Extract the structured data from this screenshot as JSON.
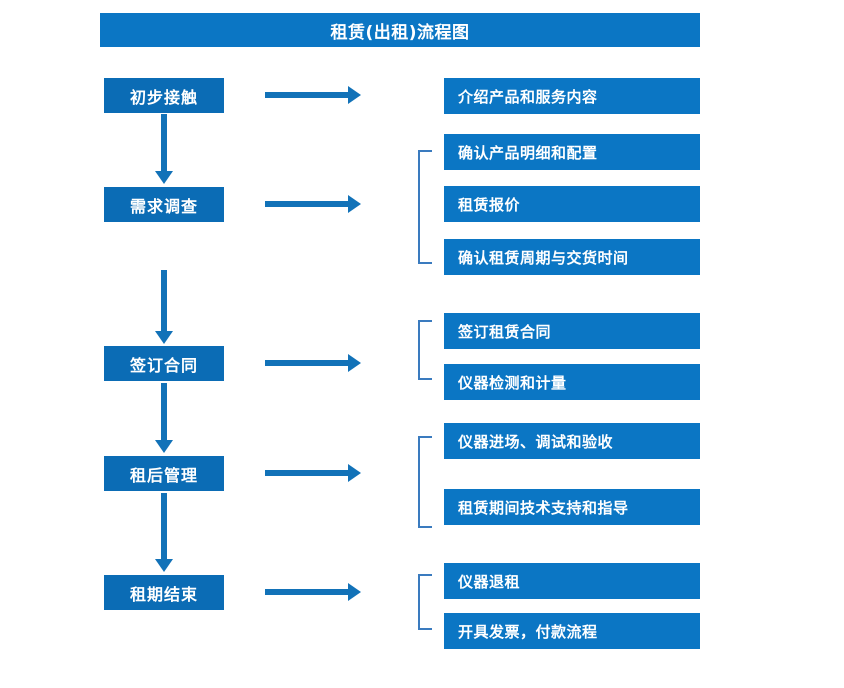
{
  "diagram": {
    "title": "租赁(出租)流程图",
    "colors": {
      "title_bar": "#0b76c4",
      "stage_box": "#0b6cb5",
      "detail_box": "#0b76c4",
      "arrow": "#1272b8",
      "bracket": "#3a7bbf",
      "text": "#ffffff",
      "background": "#ffffff"
    },
    "stages": [
      {
        "label": "初步接触"
      },
      {
        "label": "需求调查"
      },
      {
        "label": "签订合同"
      },
      {
        "label": "租后管理"
      },
      {
        "label": "租期结束"
      }
    ],
    "details": [
      {
        "label": "介绍产品和服务内容"
      },
      {
        "label": "确认产品明细和配置"
      },
      {
        "label": "租赁报价"
      },
      {
        "label": "确认租赁周期与交货时间"
      },
      {
        "label": "签订租赁合同"
      },
      {
        "label": "仪器检测和计量"
      },
      {
        "label": "仪器进场、调试和验收"
      },
      {
        "label": "租赁期间技术支持和指导"
      },
      {
        "label": "仪器退租"
      },
      {
        "label": "开具发票，付款流程"
      }
    ]
  }
}
